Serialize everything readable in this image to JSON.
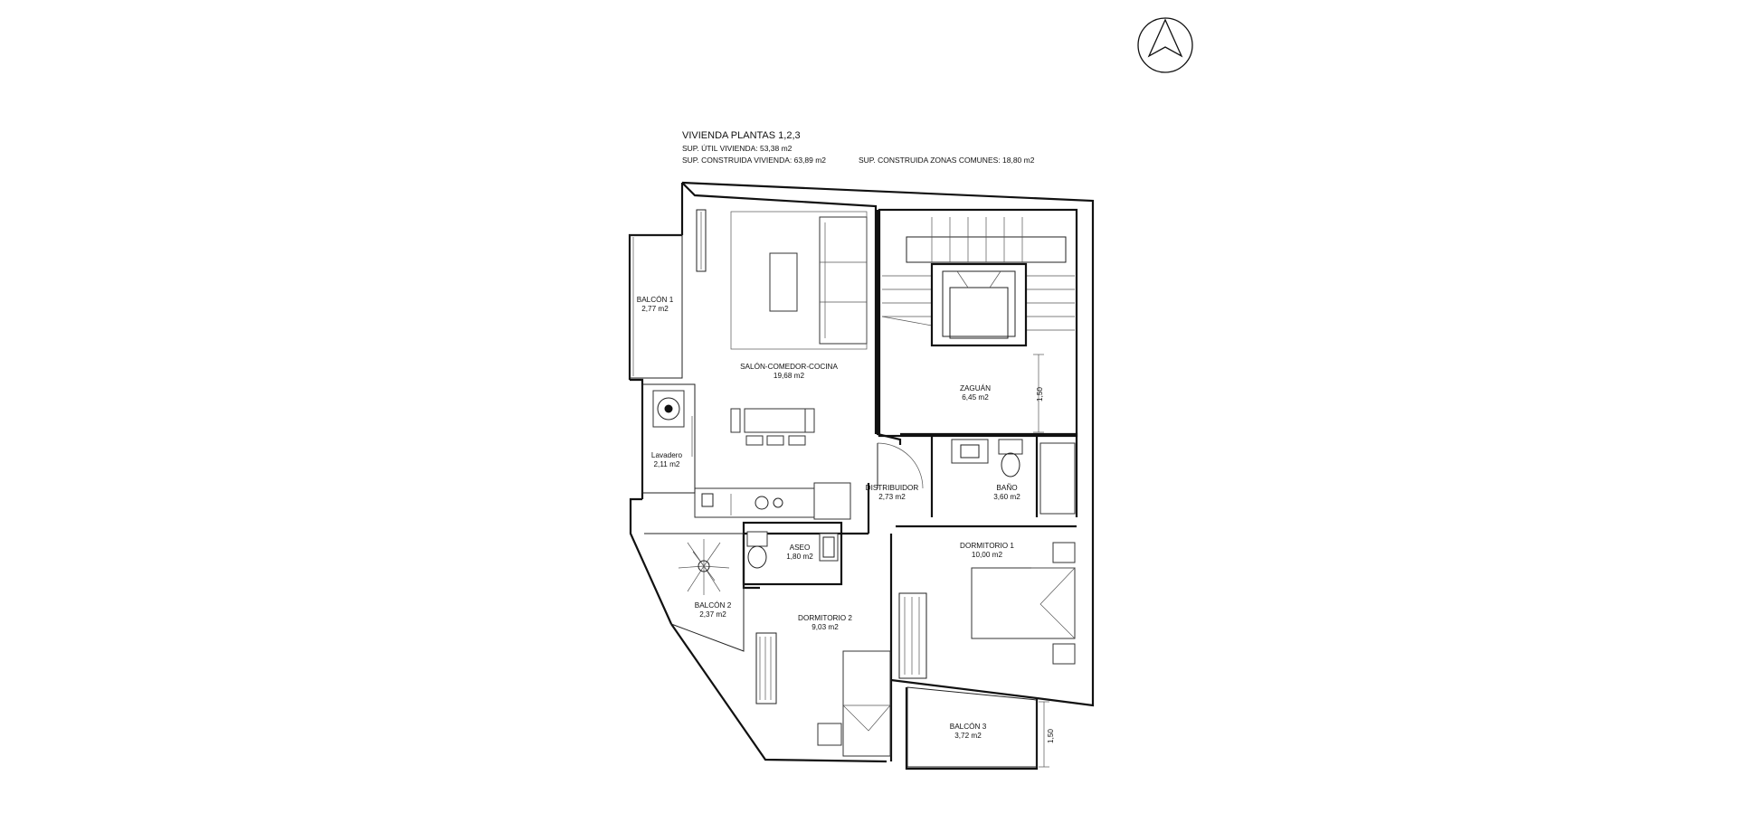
{
  "header": {
    "title": "VIVIENDA PLANTAS 1,2,3",
    "line1": "SUP. ÚTIL VIVIENDA: 53,38 m2",
    "line2": "SUP. CONSTRUIDA VIVIENDA: 63,89 m2",
    "line3": "SUP. CONSTRUIDA ZONAS COMUNES: 18,80 m2"
  },
  "north_arrow": {
    "icon": "north-arrow-icon"
  },
  "rooms": [
    {
      "name": "BALCÓN 1",
      "area": "2,77 m2"
    },
    {
      "name": "SALÓN-COMEDOR-COCINA",
      "area": "19,68 m2"
    },
    {
      "name": "ZAGUÁN",
      "area": "6,45 m2"
    },
    {
      "name": "Lavadero",
      "area": "2,11 m2"
    },
    {
      "name": "DISTRIBUIDOR",
      "area": "2,73 m2"
    },
    {
      "name": "BAÑO",
      "area": "3,60 m2"
    },
    {
      "name": "ASEO",
      "area": "1,80 m2"
    },
    {
      "name": "DORMITORIO 1",
      "area": "10,00 m2"
    },
    {
      "name": "BALCÓN 2",
      "area": "2,37 m2"
    },
    {
      "name": "DORMITORIO 2",
      "area": "9,03 m2"
    },
    {
      "name": "BALCÓN 3",
      "area": "3,72 m2"
    }
  ],
  "dimensions": [
    {
      "value": "1,50"
    },
    {
      "value": "1,50"
    }
  ]
}
